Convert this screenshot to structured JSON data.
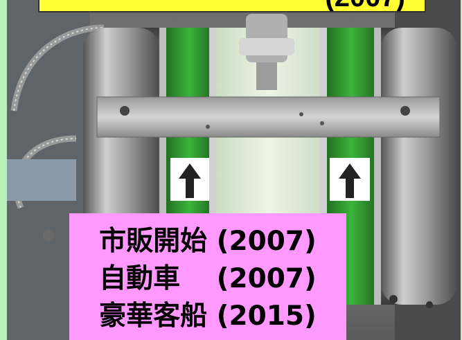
{
  "top_caption": {
    "visible_text": "(2007)"
  },
  "caption_box": {
    "lines": [
      "市販開始 (2007)",
      "自動車　 (2007)",
      "豪華客船 (2015)"
    ]
  },
  "colors": {
    "background": "#b8f0b8",
    "top_caption_fill": "#ffff33",
    "caption_box_fill": "#ff99ff",
    "band_green": "#2e9a2e",
    "arrow_label_bg": "#ffffff"
  },
  "icons": [
    "up-arrow-icon",
    "up-arrow-icon"
  ]
}
